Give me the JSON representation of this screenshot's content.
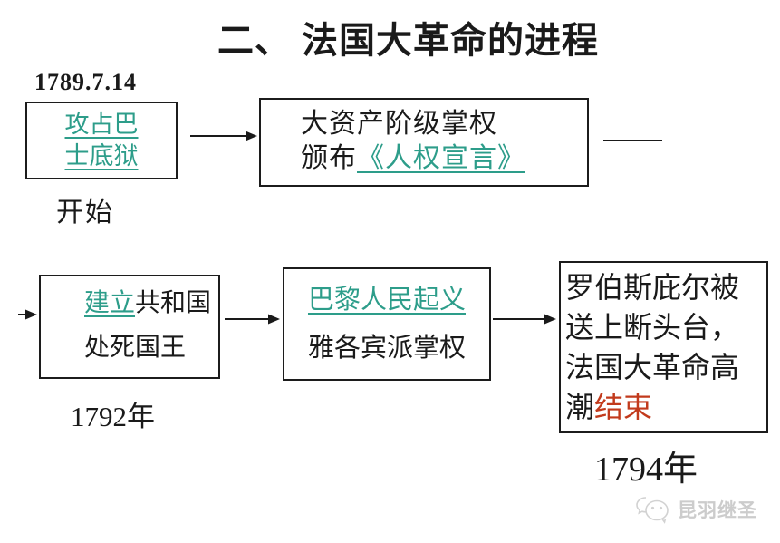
{
  "page": {
    "title": "二、 法国大革命的进程"
  },
  "colors": {
    "highlight_teal": "#2d9d8a",
    "highlight_red": "#c23a1c",
    "text_black": "#1a1a1a",
    "watermark_gray": "#cccccc"
  },
  "flow": {
    "start": {
      "date": "1789.7.14",
      "label": "开始"
    },
    "box1": {
      "line1": "攻占巴",
      "line2": "士底狱"
    },
    "box2": {
      "line1": "大资产阶级掌权",
      "line2_prefix": "颁布",
      "line2_link": "《人权宣言》"
    },
    "box3": {
      "line1_highlight": "建立",
      "line1_rest": "共和国",
      "line2": "处死国王",
      "year": "1792年"
    },
    "box4": {
      "line1": "巴黎人民起义",
      "line2": "雅各宾派掌权"
    },
    "box5": {
      "line1": "罗伯斯庇尔被",
      "line2": "送上断头台，",
      "line3": "法国大革命高",
      "line4_prefix": "潮",
      "line4_highlight": "结束",
      "year": "1794年"
    }
  },
  "watermark": {
    "icon": "wechat-logo-icon",
    "label": "昆羽继圣"
  }
}
